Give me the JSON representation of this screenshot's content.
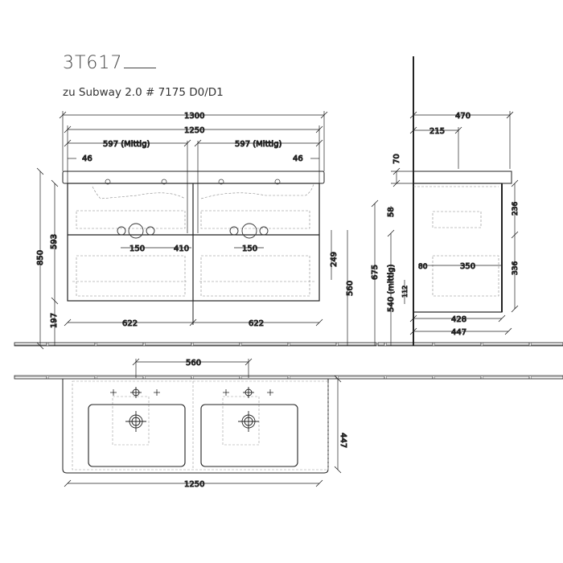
{
  "header": {
    "model_number": "3T617",
    "subtitle": "zu Subway 2.0 # 7175 D0/D1"
  },
  "front_view": {
    "dimensions": {
      "overall_width": "1300",
      "cabinet_width": "1250",
      "left_basin_center": "597 (Mittig)",
      "right_basin_center": "597 (Mittig)",
      "left_edge_offset": "46",
      "right_edge_offset": "46",
      "total_height": "850",
      "cabinet_height": "593",
      "floor_clearance": "197",
      "left_drawer_width": "622",
      "right_drawer_width": "622",
      "left_drain_spacing": "150",
      "right_drain_spacing": "150",
      "drain_to_center": "410",
      "drawer_height": "249",
      "drawer_top_height": "560"
    }
  },
  "side_view": {
    "dimensions": {
      "overall_depth": "470",
      "tap_depth": "215",
      "top_thickness": "70",
      "top_drawer_offset": "58",
      "upper_drawer_height": "236",
      "lower_drawer_height": "336",
      "height_to_top": "675",
      "drain_height": "540 (mittig)",
      "bottom_offset": "112",
      "drawer_front_offset": "80",
      "drawer_inner_depth": "350",
      "cabinet_depth": "428",
      "total_depth": "447"
    }
  },
  "top_view": {
    "dimensions": {
      "tap_spacing": "560",
      "depth": "447",
      "width": "1250"
    }
  }
}
